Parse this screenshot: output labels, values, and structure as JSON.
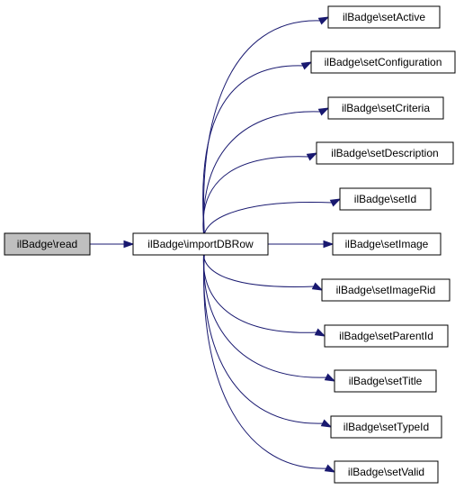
{
  "diagram": {
    "colors": {
      "root_fill": "#bfbfbf",
      "node_fill": "#ffffff",
      "node_stroke": "#000000",
      "edge": "#191970"
    },
    "nodes": {
      "read": "ilBadge\\read",
      "importDBRow": "ilBadge\\importDBRow",
      "setActive": "ilBadge\\setActive",
      "setConfiguration": "ilBadge\\setConfiguration",
      "setCriteria": "ilBadge\\setCriteria",
      "setDescription": "ilBadge\\setDescription",
      "setId": "ilBadge\\setId",
      "setImage": "ilBadge\\setImage",
      "setImageRid": "ilBadge\\setImageRid",
      "setParentId": "ilBadge\\setParentId",
      "setTitle": "ilBadge\\setTitle",
      "setTypeId": "ilBadge\\setTypeId",
      "setValid": "ilBadge\\setValid"
    },
    "edges": [
      [
        "read",
        "importDBRow"
      ],
      [
        "importDBRow",
        "setActive"
      ],
      [
        "importDBRow",
        "setConfiguration"
      ],
      [
        "importDBRow",
        "setCriteria"
      ],
      [
        "importDBRow",
        "setDescription"
      ],
      [
        "importDBRow",
        "setId"
      ],
      [
        "importDBRow",
        "setImage"
      ],
      [
        "importDBRow",
        "setImageRid"
      ],
      [
        "importDBRow",
        "setParentId"
      ],
      [
        "importDBRow",
        "setTitle"
      ],
      [
        "importDBRow",
        "setTypeId"
      ],
      [
        "importDBRow",
        "setValid"
      ]
    ]
  }
}
